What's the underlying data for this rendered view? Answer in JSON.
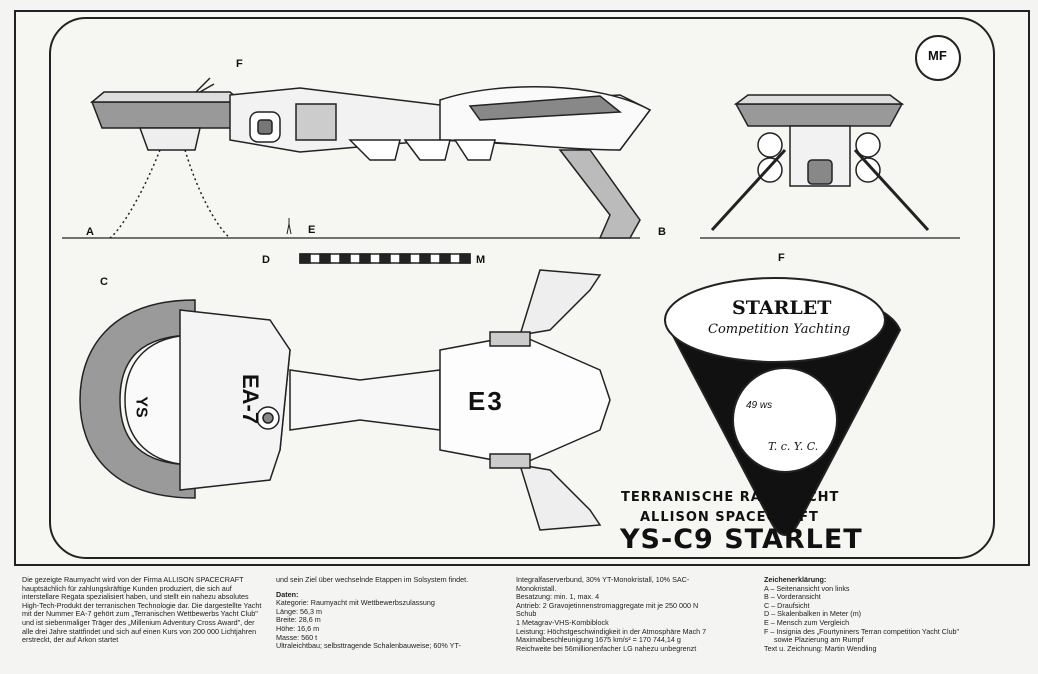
{
  "title": {
    "line1": "TERRANISCHE RAUMYACHT",
    "line2": "ALLISON SPACECRAFT",
    "line3": "YS-C9 STARLET"
  },
  "view_labels": {
    "A": "A",
    "B": "B",
    "C": "C",
    "D": "D",
    "E": "E",
    "F_top": "F",
    "F_insignia": "F",
    "M": "M"
  },
  "logo": {
    "text": "MF"
  },
  "insignia": {
    "name": "STARLET",
    "subtitle": "Competition Yachting",
    "number": "49 ws",
    "initials": "T. c. Y. C."
  },
  "hull_markings": {
    "ea7": "EA-7",
    "ys": "YS",
    "e3": "E3"
  },
  "text_columns": {
    "col1": "Die gezeigte Raumyacht wird von der Firma ALLISON SPACECRAFT hauptsächlich für zahlungskräftige Kunden produziert, die sich auf interstellare Regata spezialisiert haben, und stellt ein nahezu absolutes High-Tech-Produkt der terranischen Technologie dar. Die dargestellte Yacht mit der Nummer EA-7 gehört zum „Terranischen Wettbewerbs Yacht Club\" und ist siebenmaliger Träger des „Millenium Adventury Cross Award\", der alle drei Jahre stattfindet und sich auf einen Kurs von 200 000 Lichtjahren erstreckt, der auf Arkon startet",
    "col2_intro": "und sein Ziel über wechselnde Etappen im Solsystem findet.",
    "col2_heading": "Daten:",
    "col2_lines": [
      "Kategorie: Raumyacht mit Wettbewerbszulassung",
      "Länge: 56,3 m",
      "Breite: 28,6 m",
      "Höhe: 16,6 m",
      "Masse: 560 t",
      "Ultraleichtbau; selbsttragende Schalenbauweise; 60% YT-"
    ],
    "col3_lines": [
      "Integralfaserverbund, 30% YT-Monokristall, 10% SAC-",
      "Monokristall.",
      "Besatzung: min. 1, max. 4",
      "Antrieb: 2 Gravojetinnenstromaggregate mit je 250 000 N",
      "Schub",
      "1 Metagrav-VHS-Kombiblock",
      "Leistung: Höchstgeschwindigkeit in der Atmosphäre Mach 7",
      "Maximalbeschleunigung 1675 km/s² = 170 744,14 g",
      "Reichweite bei 56millionenfacher LG nahezu unbegrenzt"
    ],
    "col4_heading": "Zeichenerklärung:",
    "col4_lines": [
      "A – Seitenansicht von links",
      "B – Vorderansicht",
      "C – Draufsicht",
      "D – Skalenbalken in Meter (m)",
      "E – Mensch zum Vergleich",
      "F – Insignia des „Fourtyniners Terran competition Yacht Club\"",
      "sowie Plazierung am Rumpf",
      "Text u. Zeichnung: Martin Wendling"
    ]
  }
}
